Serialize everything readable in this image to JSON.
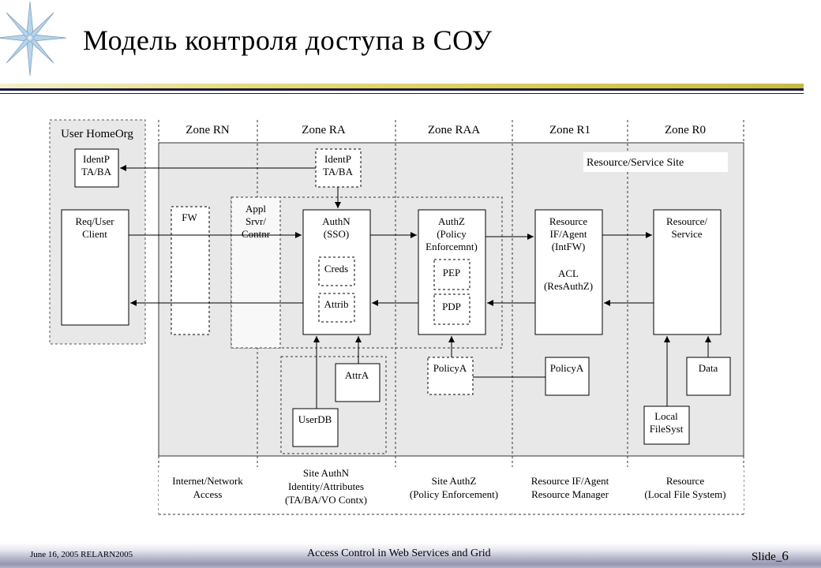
{
  "slide": {
    "title": "Модель контроля доступа в СОУ",
    "footer_left": "June 16, 2005 RELARN2005",
    "footer_center": "Access Control in Web Services and Grid",
    "footer_right_prefix": "Slide_",
    "footer_right_number": "6"
  },
  "diagram": {
    "zones": {
      "user_homeorg": "User HomeOrg",
      "rn": "Zone RN",
      "ra": "Zone RA",
      "raa": "Zone RAA",
      "r1": "Zone R1",
      "r0": "Zone R0"
    },
    "site_label": "Resource/Service Site",
    "boxes": {
      "identp_home": [
        "IdentP",
        "TA/BA"
      ],
      "identp_ra": [
        "IdentP",
        "TA/BA"
      ],
      "req_user_client": [
        "Req/User",
        "Client"
      ],
      "fw": [
        "FW"
      ],
      "appl": [
        "Appl",
        "Srvr/",
        "Contnr"
      ],
      "authn": [
        "AuthN",
        "(SSO)"
      ],
      "creds": [
        "Creds"
      ],
      "attrib": [
        "Attrib"
      ],
      "authz": [
        "AuthZ",
        "(Policy",
        "Enforcemnt)"
      ],
      "pep": [
        "PEP"
      ],
      "pdp": [
        "PDP"
      ],
      "resource_if": [
        "Resource",
        "IF/Agent",
        "(IntFW)"
      ],
      "acl": [
        "ACL",
        "(ResAuthZ)"
      ],
      "resource_service": [
        "Resource/",
        "Service"
      ],
      "attra": [
        "AttrA"
      ],
      "userdb": [
        "UserDB"
      ],
      "policya_raa": [
        "PolicyA"
      ],
      "policya_r1": [
        "PolicyA"
      ],
      "local_filesyst": [
        "Local",
        "FileSyst"
      ],
      "data": [
        "Data"
      ]
    },
    "bottom_labels": {
      "rn": [
        "Internet/Network",
        "Access"
      ],
      "ra": [
        "Site AuthN",
        "Identity/Attributes",
        "(TA/BA/VO Contx)"
      ],
      "raa": [
        "Site AuthZ",
        "(Policy Enforcement)"
      ],
      "r1": [
        "Resource IF/Agent",
        "Resource Manager"
      ],
      "r0": [
        "Resource",
        "(Local File System)"
      ]
    }
  }
}
